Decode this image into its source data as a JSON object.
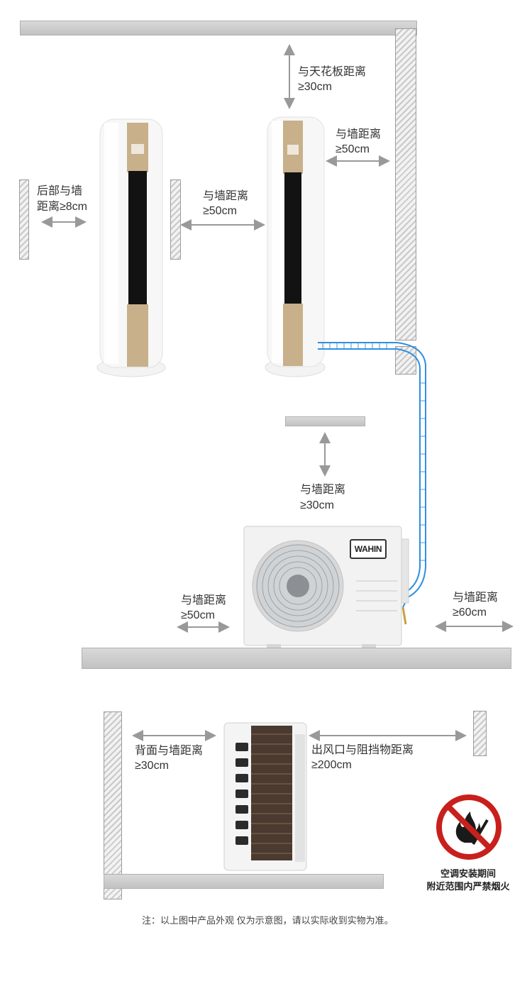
{
  "labels": {
    "ceiling_line1": "与天花板距离",
    "ceiling_line2": "≥30cm",
    "right_wall_line1": "与墙距离",
    "right_wall_line2": "≥50cm",
    "back_wall_line1": "后部与墙",
    "back_wall_line2": "距离≥8cm",
    "between_line1": "与墙距离",
    "between_line2": "≥50cm",
    "outdoor_top_line1": "与墙距离",
    "outdoor_top_line2": "≥30cm",
    "outdoor_left_line1": "与墙距离",
    "outdoor_left_line2": "≥50cm",
    "outdoor_right_line1": "与墙距离",
    "outdoor_right_line2": "≥60cm",
    "rear_back_line1": "背面与墙距离",
    "rear_back_line2": "≥30cm",
    "outlet_line1": "出风口与阻挡物距离",
    "outlet_line2": "≥200cm"
  },
  "brand": "WAHIN",
  "warning": {
    "line1": "空调安装期间",
    "line2": "附近范围内严禁烟火"
  },
  "footnote": "注：以上图中产品外观 仅为示意图，请以实际收到实物为准。",
  "colors": {
    "pipe": "#2f8fe0",
    "no_fire_red": "#c8201c",
    "panel_gold": "#c8b08a",
    "arrow": "#999999"
  }
}
